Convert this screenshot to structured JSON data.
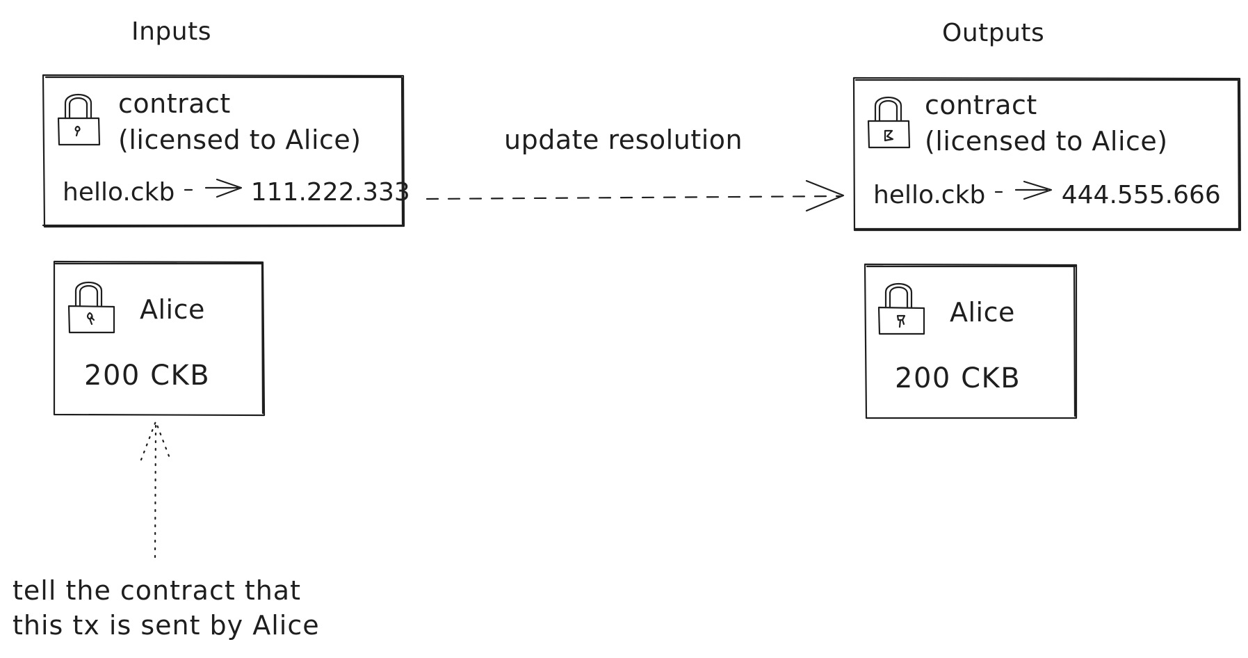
{
  "inputs": {
    "heading": "Inputs",
    "contract_cell": {
      "title": "contract",
      "subtitle": "(licensed to Alice)",
      "mapping": "hello.ckb – → 111.222.333",
      "lock_icon": "padlock-icon"
    },
    "alice_cell": {
      "owner": "Alice",
      "amount": "200 CKB",
      "lock_icon": "padlock-icon"
    }
  },
  "outputs": {
    "heading": "Outputs",
    "contract_cell": {
      "title": "contract",
      "subtitle": "(licensed to Alice)",
      "mapping": "hello.ckb – → 444.555.666",
      "lock_icon": "padlock-icon"
    },
    "alice_cell": {
      "owner": "Alice",
      "amount": "200 CKB",
      "lock_icon": "padlock-icon"
    }
  },
  "transition": {
    "label": "update resolution",
    "arrow_style": "dashed"
  },
  "annotation": {
    "line1": "tell the contract that",
    "line2": "this tx is sent by Alice",
    "arrow_style": "dotted"
  },
  "colors": {
    "stroke": "#1e1e1e",
    "background": "#ffffff"
  }
}
